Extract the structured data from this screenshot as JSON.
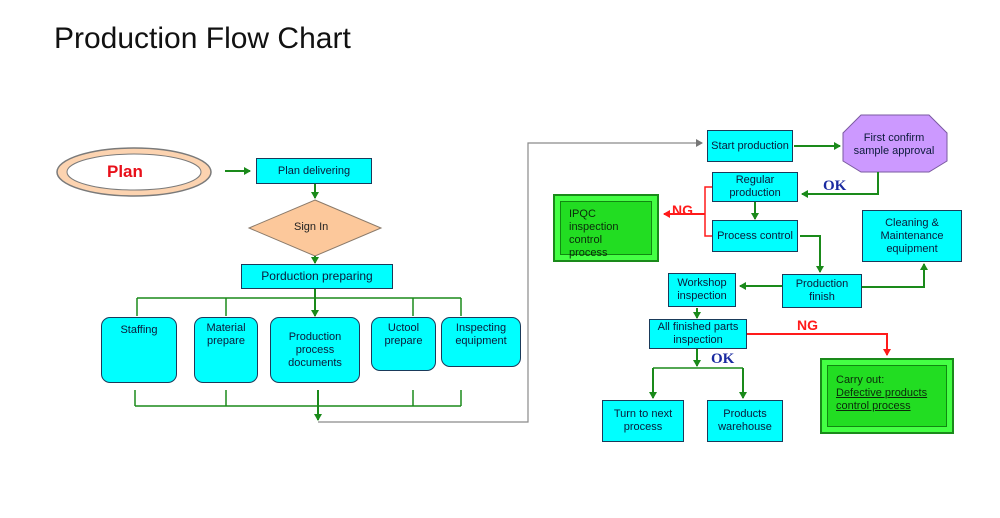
{
  "title": "Production Flow Chart",
  "nodes": {
    "plan": "Plan",
    "plan_delivering": "Plan delivering",
    "sign_in": "Sign In",
    "production_preparing": "Porduction preparing",
    "staffing": "Staffing",
    "material_prepare": "Material prepare",
    "production_documents": "Production process documents",
    "uctool_prepare": "Uctool prepare",
    "inspecting_equipment": "Inspecting equipment",
    "start_production": "Start production",
    "first_confirm": "First confirm sample approval",
    "regular_production": "Regular production",
    "ipqc": "IPQC inspection control process",
    "process_control": "Process control",
    "cleaning": "Cleaning & Maintenance equipment",
    "workshop_inspection": "Workshop inspection",
    "production_finish": "Production finish",
    "all_finished": "All finished parts inspection",
    "carry_out_line1": "Carry out:",
    "carry_out_line2": "Defective products",
    "carry_out_line3": "control process",
    "turn_next": "Turn to next process",
    "products_warehouse": "Products warehouse"
  },
  "labels": {
    "ok_top": "OK",
    "ng_top": "NG",
    "ng_bottom": "NG",
    "ok_bottom": "OK"
  },
  "colors": {
    "box_fill": "#00ffff",
    "arrow_green": "#1a8a1a",
    "arrow_red": "#ff1a1a",
    "diamond_fill": "#fcc89b",
    "octagon_fill": "#cc99ff",
    "green_box": "#22dd22"
  }
}
